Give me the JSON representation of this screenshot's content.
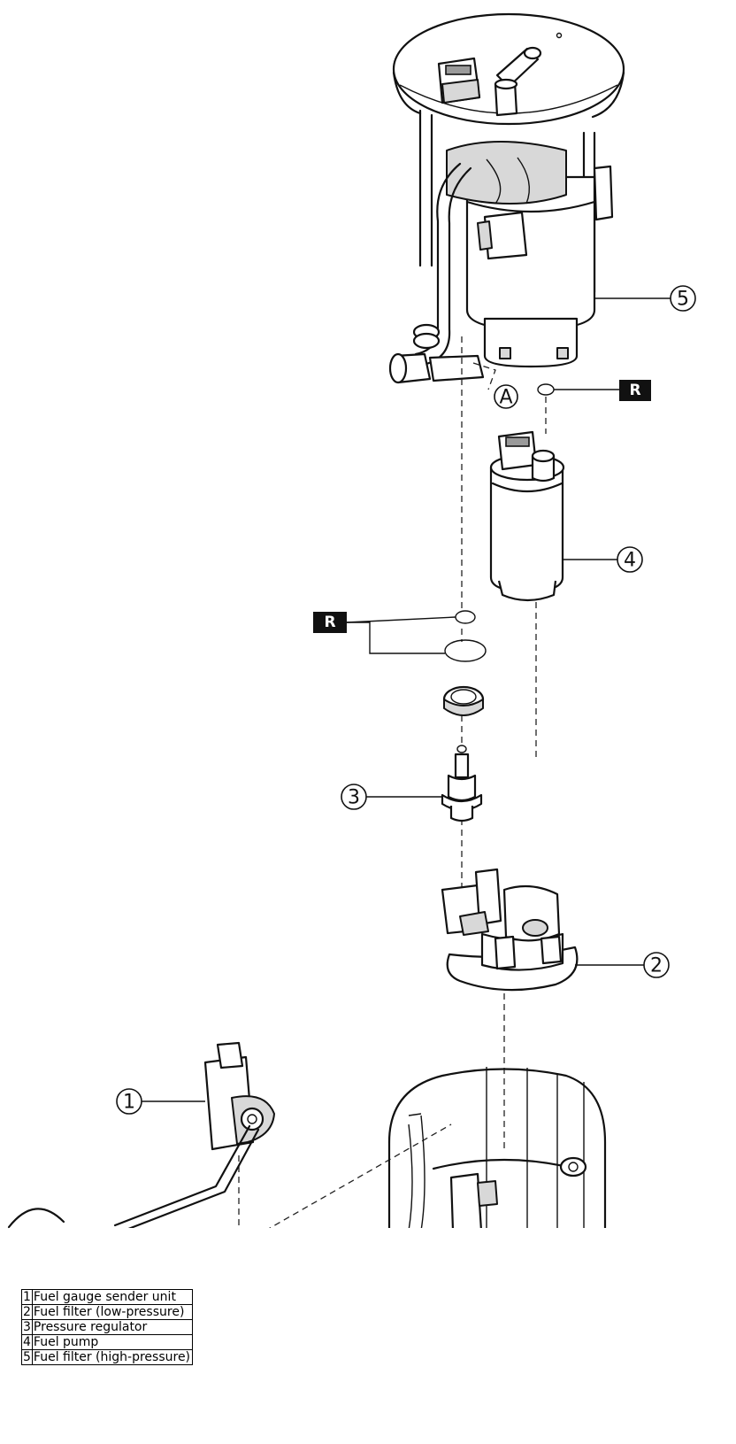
{
  "diagram": {
    "callouts": {
      "c1": "1",
      "c2": "2",
      "c3": "3",
      "c4": "4",
      "c5": "5",
      "ca": "A"
    },
    "replace_marker": "R"
  },
  "legend": {
    "items": [
      {
        "num": "1",
        "label": "Fuel gauge sender unit"
      },
      {
        "num": "2",
        "label": "Fuel filter (low-pressure)"
      },
      {
        "num": "3",
        "label": "Pressure regulator"
      },
      {
        "num": "4",
        "label": "Fuel pump"
      },
      {
        "num": "5",
        "label": "Fuel filter (high-pressure)"
      }
    ]
  }
}
